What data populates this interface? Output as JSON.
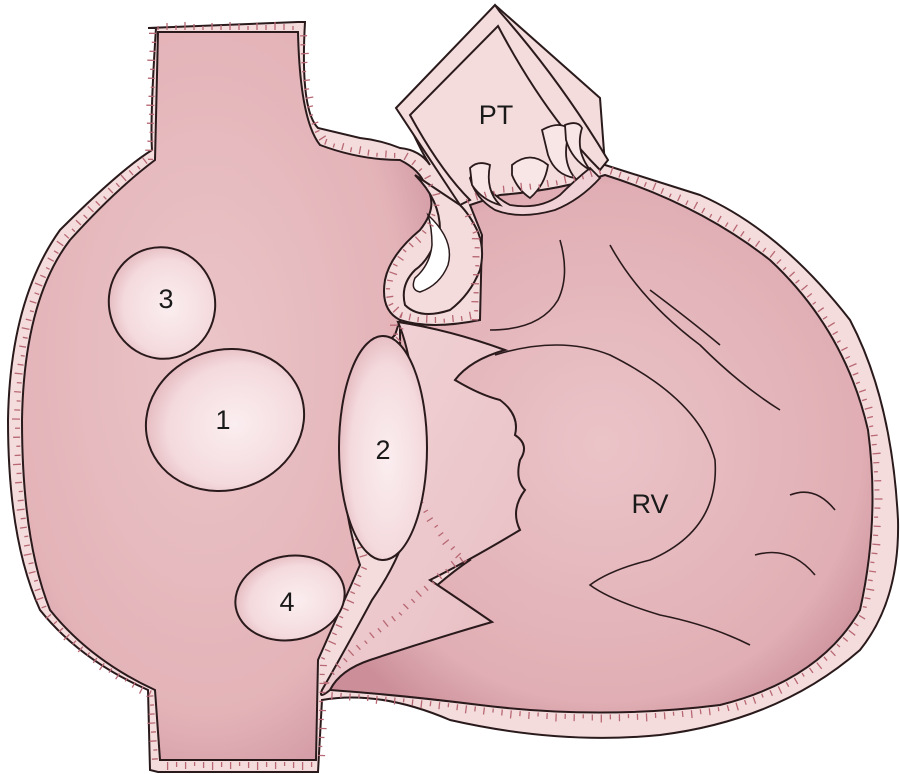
{
  "labels": {
    "pt": "PT",
    "rv": "RV",
    "n1": "1",
    "n2": "2",
    "n3": "3",
    "n4": "4"
  },
  "colors": {
    "wall": "#f4dcdc",
    "cavity": "#e7bcc0",
    "cavity_dark": "#d49aa2",
    "highlight": "#f8e6e7",
    "trabecula": "#b86874",
    "outline": "#2a1a1c"
  }
}
